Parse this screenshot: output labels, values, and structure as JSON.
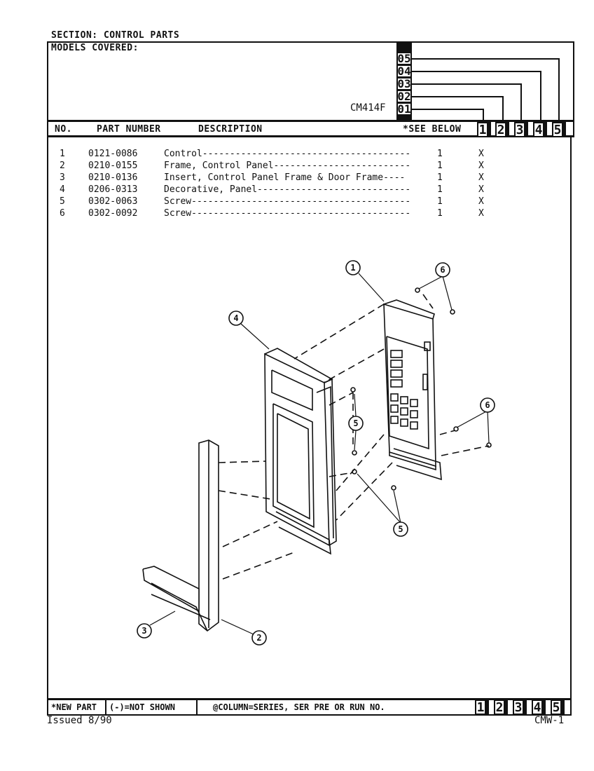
{
  "section_title": "SECTION: CONTROL PARTS",
  "models_label": "MODELS COVERED:",
  "model_name": "CM414F",
  "series_labels": [
    "05",
    "04",
    "03",
    "02",
    "01"
  ],
  "columns": {
    "no": "NO.",
    "part_number": "PART NUMBER",
    "description": "DESCRIPTION",
    "see_below": "*SEE BELOW",
    "column_numbers": [
      "1",
      "2",
      "3",
      "4",
      "5"
    ]
  },
  "parts": [
    {
      "no": "1",
      "part_number": "0121-0086",
      "description": "Control--------------------------------------",
      "qty": "1",
      "mark": "X"
    },
    {
      "no": "2",
      "part_number": "0210-0155",
      "description": "Frame, Control Panel-------------------------",
      "qty": "1",
      "mark": "X"
    },
    {
      "no": "3",
      "part_number": "0210-0136",
      "description": "Insert, Control Panel Frame & Door Frame----",
      "qty": "1",
      "mark": "X"
    },
    {
      "no": "4",
      "part_number": "0206-0313",
      "description": "Decorative, Panel----------------------------",
      "qty": "1",
      "mark": "X"
    },
    {
      "no": "5",
      "part_number": "0302-0063",
      "description": "Screw----------------------------------------",
      "qty": "1",
      "mark": "X"
    },
    {
      "no": "6",
      "part_number": "0302-0092",
      "description": "Screw----------------------------------------",
      "qty": "1",
      "mark": "X"
    }
  ],
  "callouts": [
    "1",
    "6",
    "4",
    "5",
    "6",
    "5",
    "3",
    "2"
  ],
  "footer": {
    "new_part": "*NEW PART",
    "not_shown": "(-)=NOT SHOWN",
    "column_note": "@COLUMN=SERIES, SER PRE OR RUN NO.",
    "column_numbers": [
      "1",
      "2",
      "3",
      "4",
      "5"
    ]
  },
  "issued": "Issued 8/90",
  "page_code": "CMW-1"
}
